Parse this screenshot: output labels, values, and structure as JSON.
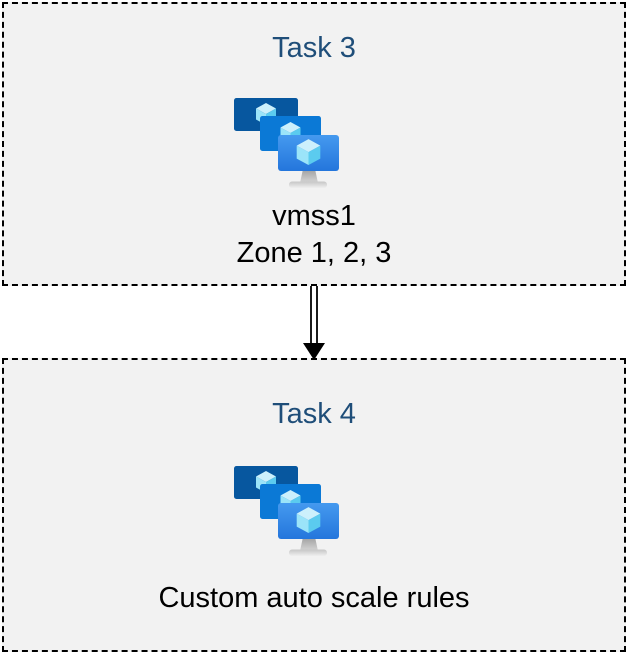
{
  "diagram": {
    "boxes": [
      {
        "id": "task3",
        "title": "Task 3",
        "icon": "vm-scale-set-icon",
        "label_lines": [
          "vmss1",
          "Zone 1, 2, 3"
        ]
      },
      {
        "id": "task4",
        "title": "Task 4",
        "icon": "vm-scale-set-icon",
        "label_lines": [
          "Custom auto scale rules"
        ]
      }
    ],
    "connector": {
      "type": "double-line-arrow",
      "direction": "down",
      "from": "task3",
      "to": "task4",
      "color": "#000000"
    }
  },
  "colors": {
    "page_background": "#ffffff",
    "box_fill": "#f2f2f2",
    "box_border": "#000000",
    "title_text": "#1f4e79",
    "body_text": "#000000",
    "monitor_back": "#07579f",
    "monitor_middle": "#0b79d6",
    "monitor_front_top": "#459aef",
    "monitor_front_bottom": "#2476dc",
    "cube_top": "#ccf0fc",
    "cube_left": "#9be4f9",
    "cube_right": "#5bcbef"
  }
}
